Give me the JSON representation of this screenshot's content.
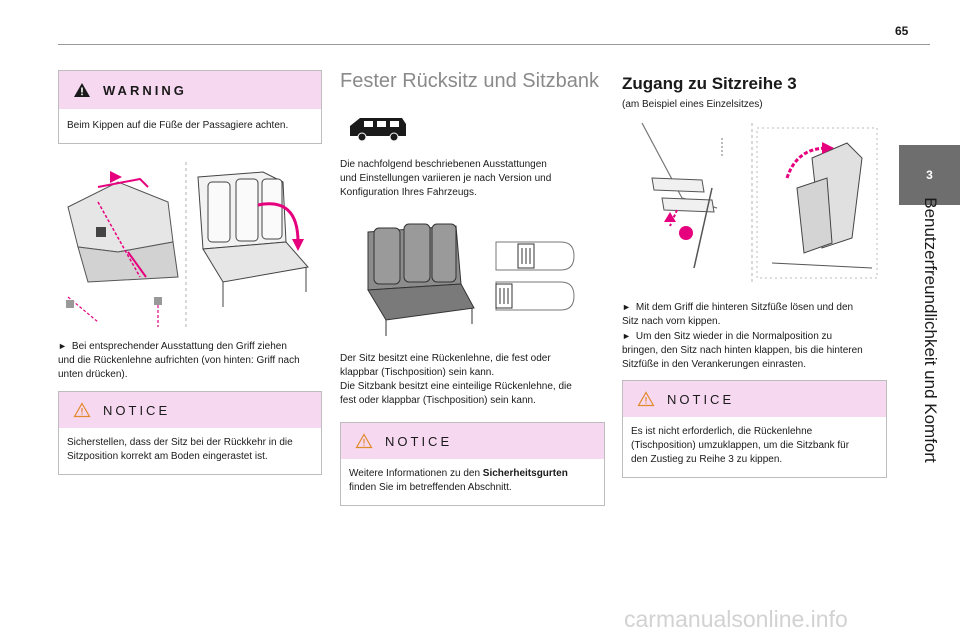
{
  "page": {
    "number": "65"
  },
  "side": {
    "chapter_number": "3",
    "chapter_title": "Benutzerfreundlichkeit und Komfort"
  },
  "col1": {
    "warning": {
      "title": "WARNING",
      "text": "Beim Kippen auf die Füße der Passagiere achten."
    },
    "instruction": {
      "bullet": "►",
      "line1": "Bei entsprechender Ausstattung den Griff ziehen",
      "line2": "und die Rückenlehne aufrichten (von hinten: Griff nach",
      "line3": "unten drücken)."
    },
    "notice": {
      "title": "NOTICE",
      "line1": "Sicherstellen, dass der Sitz bei der Rückkehr in die",
      "line2": "Sitzposition korrekt am Boden eingerastet ist."
    }
  },
  "col2": {
    "heading": "Fester Rücksitz und Sitzbank",
    "intro": {
      "line1": "Die nachfolgend beschriebenen Ausstattungen",
      "line2": "und Einstellungen variieren je nach Version und",
      "line3": "Konfiguration Ihres Fahrzeugs."
    },
    "desc": {
      "line1": "Der Sitz besitzt eine Rückenlehne, die fest oder",
      "line2": "klappbar (Tischposition) sein kann.",
      "line3": "Die Sitzbank besitzt eine einteilige Rückenlehne, die",
      "line4": "fest oder klappbar (Tischposition) sein kann."
    },
    "notice": {
      "title": "NOTICE",
      "line1_prefix": "Weitere Informationen zu den ",
      "line1_bold": "Sicherheitsgurten",
      "line2": "finden Sie im betreffenden Abschnitt."
    }
  },
  "col3": {
    "heading": "Zugang zu Sitzreihe 3",
    "subheading": "(am Beispiel eines Einzelsitzes)",
    "steps": {
      "bullet": "►",
      "s1_line1": "Mit dem Griff die hinteren Sitzfüße lösen und den",
      "s1_line2": "Sitz nach vorn kippen.",
      "s2_line1": "Um den Sitz wieder in die Normalposition zu",
      "s2_line2": "bringen, den Sitz nach hinten klappen, bis die hinteren",
      "s2_line3": "Sitzfüße in den Verankerungen einrasten."
    },
    "notice": {
      "title": "NOTICE",
      "line1": "Es ist nicht erforderlich, die Rückenlehne",
      "line2": "(Tischposition) umzuklappen, um die Sitzbank für",
      "line3": "den Zustieg zu Reihe 3 zu kippen."
    }
  },
  "footer": {
    "watermark": "carmanualsonline.info"
  },
  "colors": {
    "accent_pink": "#f7d8f1",
    "arrow_magenta": "#e6007e",
    "tab_gray": "#6e6e6e"
  },
  "icons": [
    "warning-triangle-icon",
    "van-side-icon",
    "bullet-arrow-icon"
  ]
}
